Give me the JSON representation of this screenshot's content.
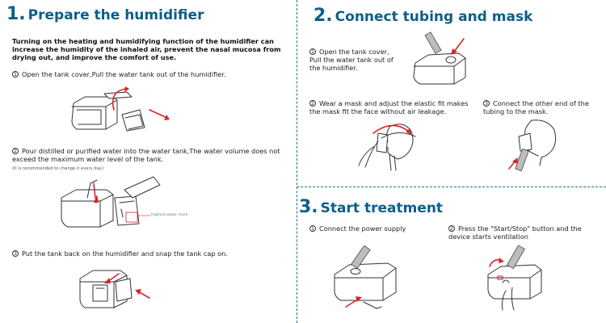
{
  "section1": {
    "number": "1.",
    "title": "Prepare the humidifier",
    "intro": "Turning on the heating and humidifying function of the humidifier can increase the humidity of the inhaled air, prevent the nasal mucosa from drying out, and improve the comfort of use.",
    "steps": [
      {
        "marker": "1",
        "text": "Open the tank cover,Pull the water tank out of the humidifier."
      },
      {
        "marker": "2",
        "text": "Pour distilled or purified water into the water tank,The water volume does not exceed the maximum water level of the tank.",
        "note": "(It is recommended to change it every day.)",
        "figure_label": "Highest water mark"
      },
      {
        "marker": "3",
        "text": "Put the tank back on the humidifier and snap the tank cap on."
      }
    ]
  },
  "section2": {
    "number": "2.",
    "title": "Connect tubing and mask",
    "steps": [
      {
        "marker": "1",
        "text": "Open the tank cover, Pull the water tank out of the humidifier."
      },
      {
        "marker": "2",
        "text": "Wear a mask and adjust the elastic fit makes the mask fit the face without air leakage."
      },
      {
        "marker": "3",
        "text": "Connect the other end of the tubing to the mask."
      }
    ]
  },
  "section3": {
    "number": "3.",
    "title": "Start treatment",
    "steps": [
      {
        "marker": "1",
        "text": "Connect the power supply"
      },
      {
        "marker": "2",
        "text": "Press the \"Start/Stop\" button and the device starts ventilation"
      }
    ]
  },
  "colors": {
    "title": "#0d5e8a",
    "divider": "#1d6fa5",
    "arrow": "#d9242b"
  },
  "icons": [
    "humidifier-illustration",
    "mask-illustration",
    "red-arrow"
  ]
}
